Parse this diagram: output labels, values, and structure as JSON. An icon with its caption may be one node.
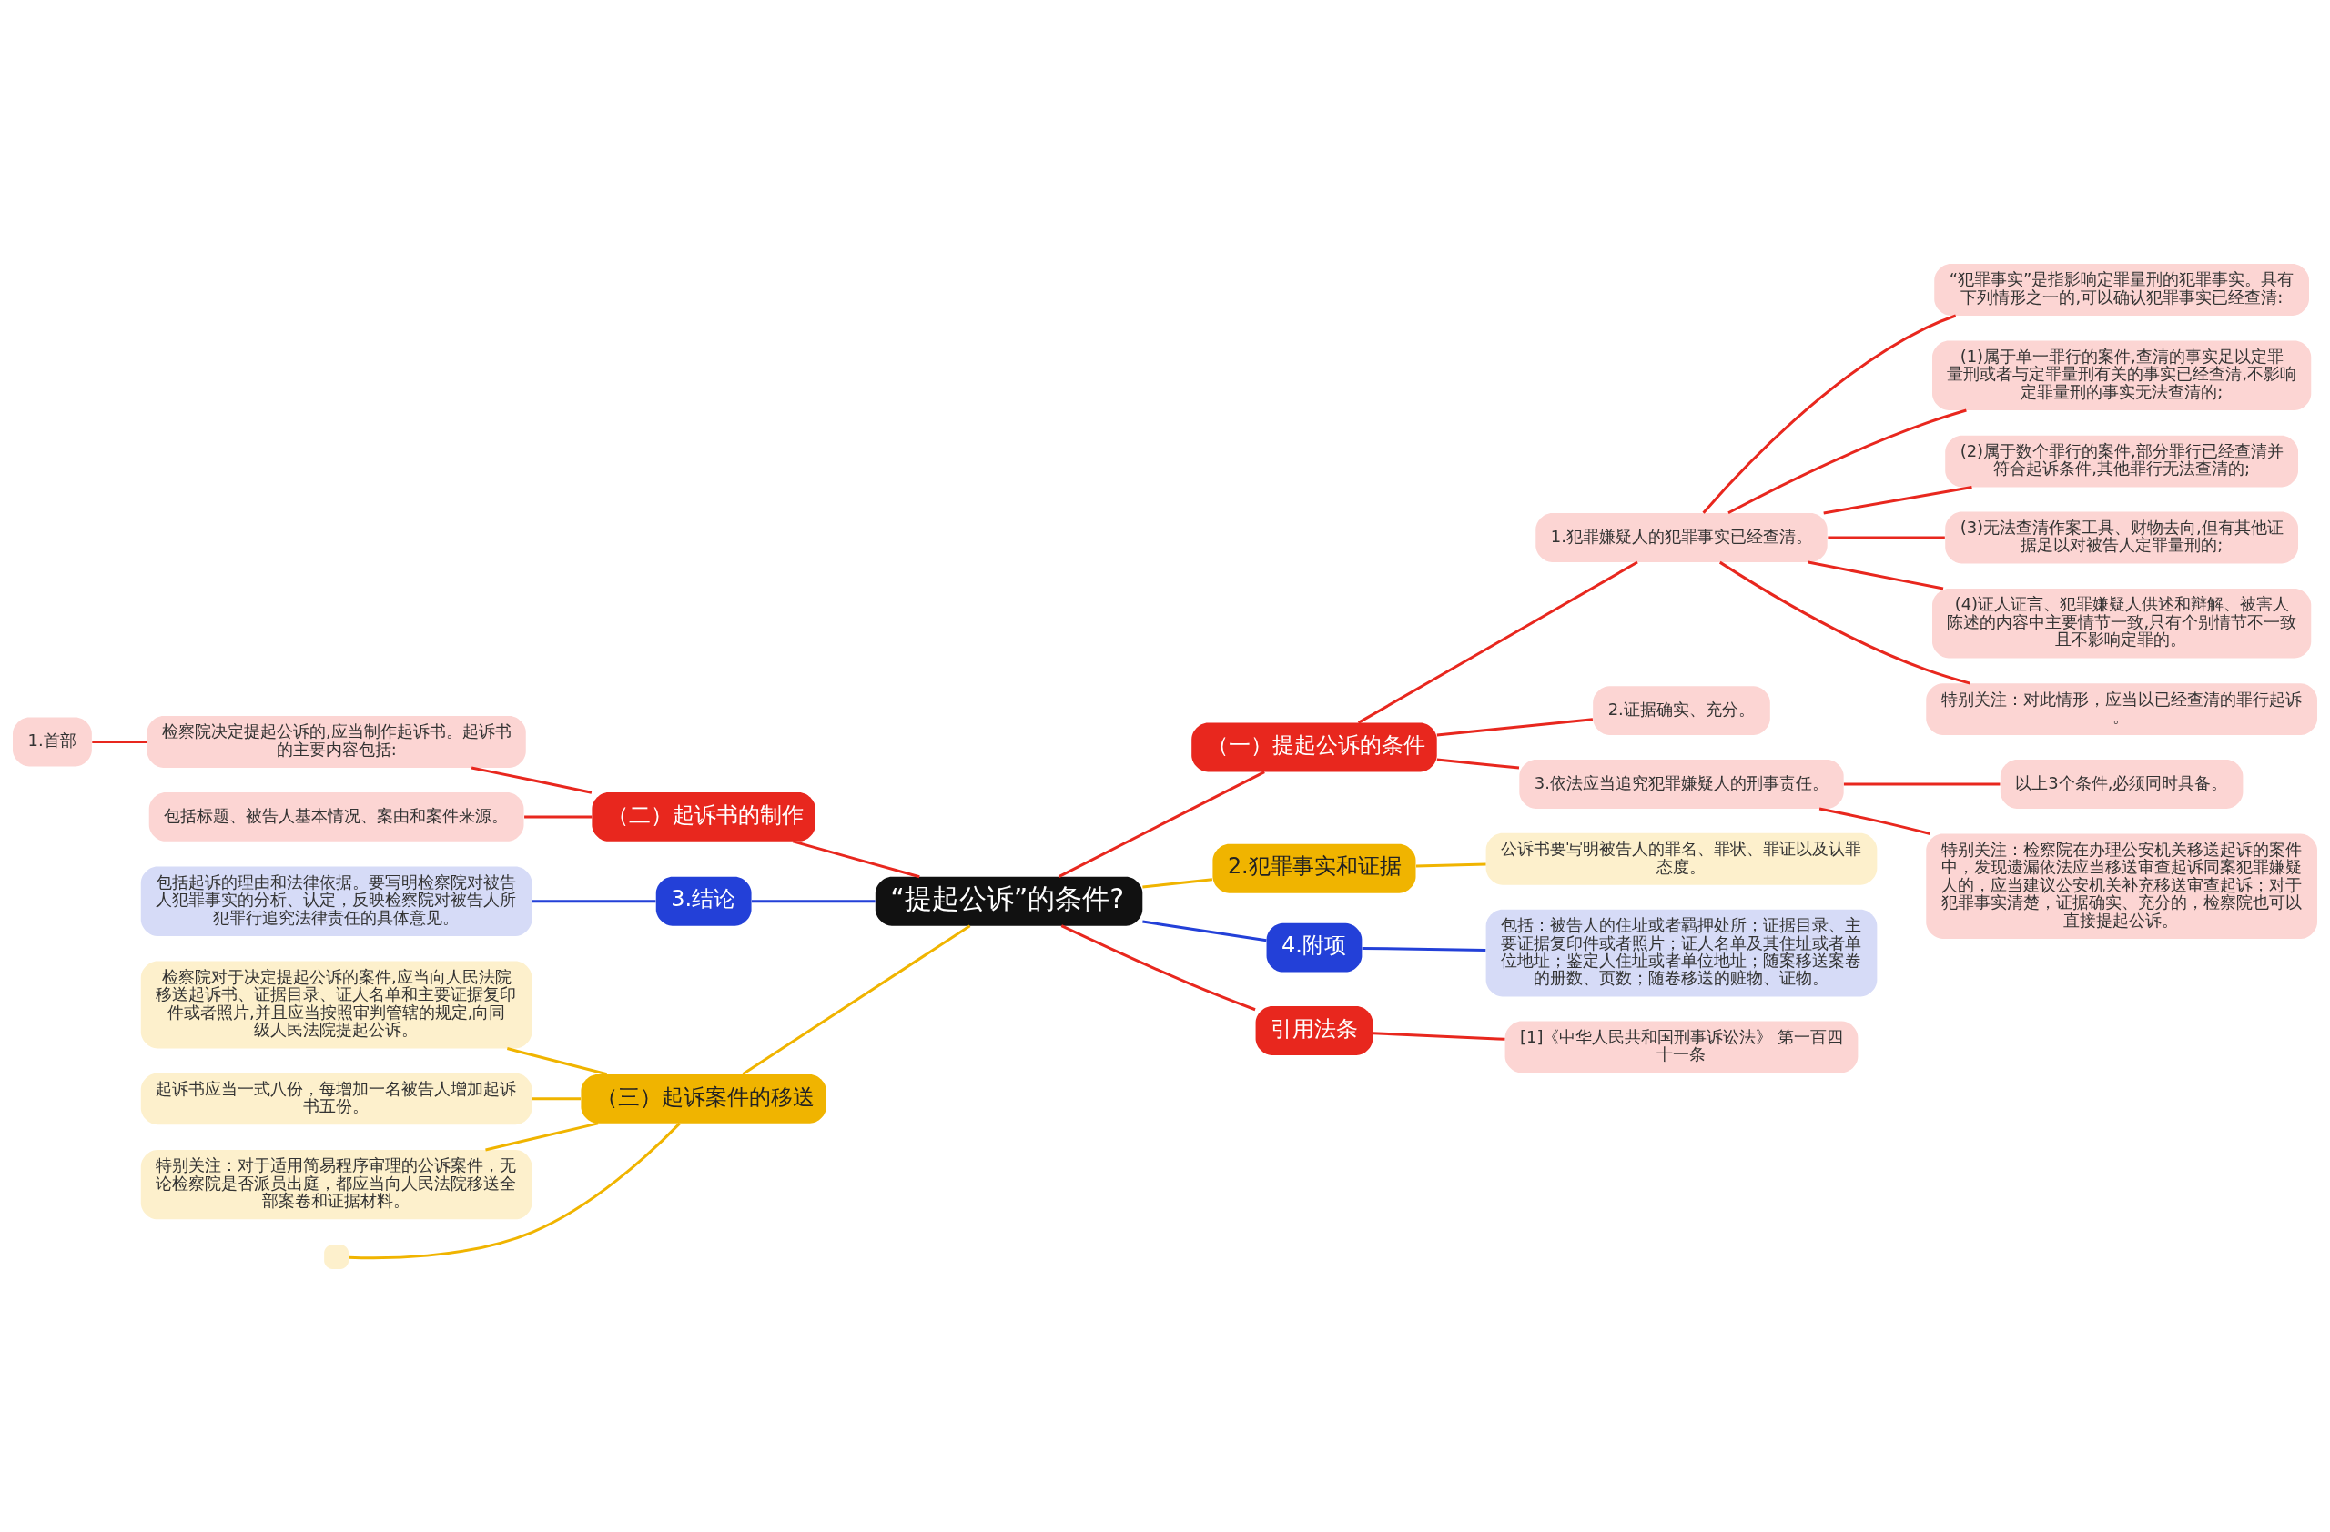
{
  "diagram": {
    "nodes": [
      {
        "text": [
          "“提起公诉”的条件?"
        ]
      },
      {
        "text": [
          "（一）提起公诉的条件"
        ]
      },
      {
        "text": [
          "1.犯罪嫌疑人的犯罪事实已经查清。"
        ]
      },
      {
        "text": [
          "“犯罪事实”是指影响定罪量刑的犯罪事实。具有下列情形之一的,可以确认犯罪事实已经查清:"
        ]
      },
      {
        "text": [
          "(1)属于单一罪行的案件,查清的事实足以定罪量刑或者与定罪量刑有关的事实已经查清,不影响定罪量刑的事实无法查清的;"
        ]
      },
      {
        "text": [
          "(2)属于数个罪行的案件,部分罪行已经查清并符合起诉条件,其他罪行无法查清的;"
        ]
      },
      {
        "text": [
          "(3)无法查清作案工具、财物去向,但有其他证据足以对被告人定罪量刑的;"
        ]
      },
      {
        "text": [
          "(4)证人证言、犯罪嫌疑人供述和辩解、被害人陈述的内容中主要情节一致,只有个别情节不一致且不影响定罪的。"
        ]
      },
      {
        "text": [
          "特别关注：对此情形，应当以已经查清的罪行起诉。"
        ]
      },
      {
        "text": [
          "2.证据确实、充分。"
        ]
      },
      {
        "text": [
          "3.依法应当追究犯罪嫌疑人的刑事责任。"
        ]
      },
      {
        "text": [
          "以上3个条件,必须同时具备。"
        ]
      },
      {
        "text": [
          "特别关注：检察院在办理公安机关移送起诉的案件中，发现遗漏依法应当移送审查起诉同案犯罪嫌疑人的，应当建议公安机关补充移送审查起诉；对于犯罪事实清楚，证据确实、充分的，检察院也可以直接提起公诉。"
        ]
      },
      {
        "text": [
          "2.犯罪事实和证据"
        ]
      },
      {
        "text": [
          "公诉书要写明被告人的罪名、罪状、罪证以及认罪态度。"
        ]
      },
      {
        "text": [
          "4.附项"
        ]
      },
      {
        "text": [
          "包括：被告人的住址或者羁押处所；证据目录、主要证据复印件或者照片；证人名单及其住址或者单位地址；鉴定人住址或者单位地址；随案移送案卷的册数、页数；随卷移送的赃物、证物。"
        ]
      },
      {
        "text": [
          "引用法条"
        ]
      },
      {
        "text": [
          "[1]《中华人民共和国刑事诉讼法》 第一百四十一条"
        ]
      },
      {
        "text": [
          "（二）起诉书的制作"
        ]
      },
      {
        "text": [
          "检察院决定提起公诉的,应当制作起诉书。起诉书的主要内容包括:"
        ]
      },
      {
        "text": [
          "1.首部"
        ]
      },
      {
        "text": [
          "包括标题、被告人基本情况、案由和案件来源。"
        ]
      },
      {
        "text": [
          "3.结论"
        ]
      },
      {
        "text": [
          "包括起诉的理由和法律依据。要写明检察院对被告人犯罪事实的分析、认定，反映检察院对被告人所犯罪行追究法律责任的具体意见。"
        ]
      },
      {
        "text": [
          "（三）起诉案件的移送"
        ]
      },
      {
        "text": [
          "检察院对于决定提起公诉的案件,应当向人民法院移送起诉书、证据目录、证人名单和主要证据复印件或者照片,并且应当按照审判管辖的规定,向同级人民法院提起公诉。"
        ]
      },
      {
        "text": [
          "起诉书应当一式八份，每增加一名被告人增加起诉书五份。"
        ]
      },
      {
        "text": [
          "特别关注：对于适用简易程序审理的公诉案件，无论检察院是否派员出庭，都应当向人民法院移送全部案卷和证据材料。"
        ]
      },
      {
        "text": [],
        "shape": "box"
      }
    ],
    "edges": [
      {
        "from": 0,
        "to": 1,
        "arrow": "none"
      },
      {
        "from": 1,
        "to": 2,
        "arrow": "none"
      },
      {
        "from": 2,
        "to": 3,
        "arrow": "none"
      },
      {
        "from": 2,
        "to": 4,
        "arrow": "none"
      },
      {
        "from": 2,
        "to": 5,
        "arrow": "none"
      },
      {
        "from": 2,
        "to": 6,
        "arrow": "none"
      },
      {
        "from": 2,
        "to": 7,
        "arrow": "none"
      },
      {
        "from": 2,
        "to": 8,
        "arrow": "none"
      },
      {
        "from": 1,
        "to": 9,
        "arrow": "none"
      },
      {
        "from": 1,
        "to": 10,
        "arrow": "none"
      },
      {
        "from": 10,
        "to": 11,
        "arrow": "none"
      },
      {
        "from": 10,
        "to": 12,
        "arrow": "none"
      },
      {
        "from": 0,
        "to": 13,
        "arrow": "none",
        "color": "#f0b400"
      },
      {
        "from": 13,
        "to": 14,
        "arrow": "none",
        "color": "#f0b400"
      },
      {
        "from": 0,
        "to": 15,
        "arrow": "none",
        "color": "#2340d8"
      },
      {
        "from": 15,
        "to": 16,
        "arrow": "none",
        "color": "#2340d8"
      },
      {
        "from": 0,
        "to": 17,
        "arrow": "none"
      },
      {
        "from": 17,
        "to": 18,
        "arrow": "none"
      },
      {
        "from": 0,
        "to": 19,
        "arrow": "none"
      },
      {
        "from": 19,
        "to": 20,
        "arrow": "none"
      },
      {
        "from": 20,
        "to": 21,
        "arrow": "none"
      },
      {
        "from": 19,
        "to": 22,
        "arrow": "none"
      },
      {
        "from": 0,
        "to": 23,
        "arrow": "none",
        "color": "#2340d8"
      },
      {
        "from": 23,
        "to": 24,
        "arrow": "none",
        "color": "#2340d8"
      },
      {
        "from": 0,
        "to": 25,
        "arrow": "none",
        "color": "#f0b400"
      },
      {
        "from": 25,
        "to": 26,
        "arrow": "none",
        "color": "#f0b400"
      },
      {
        "from": 25,
        "to": 27,
        "arrow": "none",
        "color": "#f0b400"
      },
      {
        "from": 25,
        "to": 28,
        "arrow": "none",
        "color": "#f0b400"
      },
      {
        "from": 25,
        "to": 29,
        "arrow": "none",
        "color": "#f0b400"
      }
    ]
  }
}
